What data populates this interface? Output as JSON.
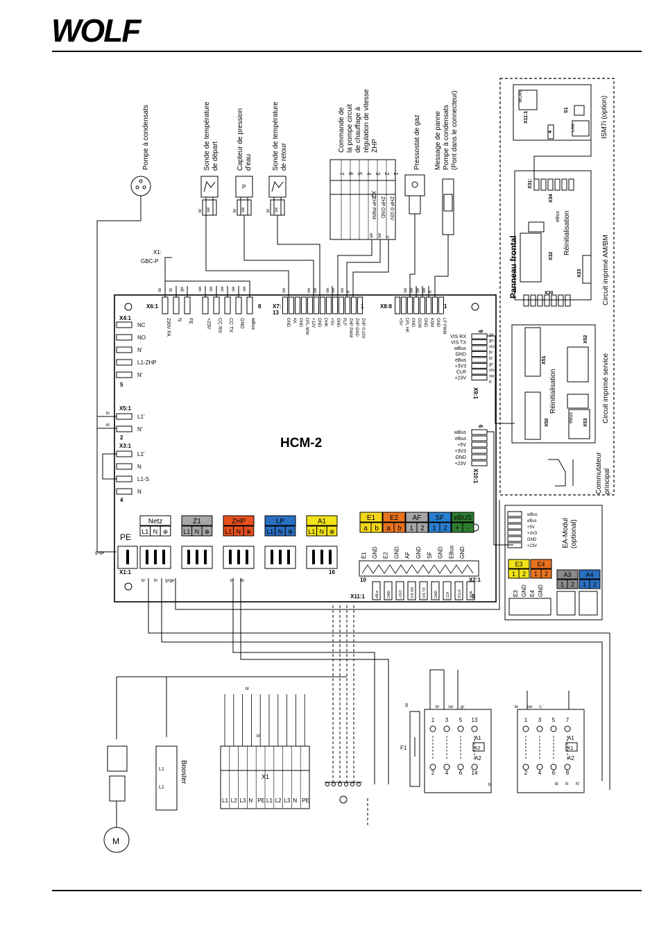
{
  "brand": {
    "logo_text": "WOLF"
  },
  "board": {
    "name": "HCM-2",
    "x6": {
      "id": "X6:1",
      "end": "8",
      "pins": [
        "230V FA",
        "N",
        "FE",
        "+23V",
        "CC RX",
        "CC TX",
        "GND",
        "wBus"
      ],
      "wires": [
        "br",
        "bl",
        "ge",
        "sw",
        "sw",
        "sw",
        "sw",
        "sw"
      ]
    },
    "x7": {
      "id": "X7:",
      "id2": "13",
      "end": "1",
      "pins": [
        "GND",
        "KK",
        "GND",
        "DFL-WW",
        "+12V",
        "GND",
        "DHK",
        "+5V",
        "GND",
        "RLF",
        "ZHP PWM",
        "ZHP GND",
        "ZHP 0-10V"
      ],
      "wires": [
        "sw",
        "sw",
        "sw",
        "sw",
        "sw",
        "sw",
        "rt"
      ]
    },
    "x8": {
      "id": "X8:8",
      "end": "1",
      "pins": [
        "+5V",
        "DFL HK",
        "GND",
        "GDW",
        "GND",
        "KSM",
        "GND",
        "LP PWM"
      ],
      "wires": [
        "sw",
        "sw",
        "sw",
        "sw",
        "rt"
      ]
    },
    "x4": {
      "id": "X4:1",
      "end": "5",
      "pins": [
        "NC",
        "NO",
        "N'",
        "L1-ZHP",
        "N'"
      ]
    },
    "x5": {
      "id": "X5:1",
      "end": "2",
      "pins": [
        "L1'",
        "N'"
      ],
      "wires": [
        "br",
        "bl"
      ]
    },
    "x3": {
      "id": "X3:1",
      "end": "4",
      "pins": [
        "L1'",
        "N",
        "L1-S",
        "N"
      ]
    },
    "x9": {
      "id": "X9:1",
      "end": "9",
      "pins": [
        "VIS RX",
        "VIS TX",
        "wBus",
        "GND",
        "eBus",
        "+3V3",
        "CLR",
        "+23V"
      ],
      "wires": [
        "ge",
        "gn",
        "vio",
        "br",
        "bl",
        "gr",
        "vio",
        "sw",
        "rt"
      ]
    },
    "x10": {
      "id": "X10:1",
      "end": "6",
      "pins": [
        "wBus",
        "eBus",
        "+5V",
        "+3V3",
        "GND",
        "+23V"
      ]
    },
    "x1": {
      "id": "X1:1",
      "end": "16",
      "pe_label": "PE",
      "wire_gnge": "gnge",
      "groups": [
        {
          "label": "Netz",
          "color": "#ffffff",
          "pins": [
            "L1",
            "N",
            "⊕"
          ]
        },
        {
          "label": "Z1",
          "color": "#a6a6a6",
          "pins": [
            "L1",
            "N",
            "⊕"
          ]
        },
        {
          "label": "ZHP",
          "color": "#e8501f",
          "pins": [
            "L1",
            "N",
            "⊕"
          ]
        },
        {
          "label": "LP",
          "color": "#2a6fc0",
          "pins": [
            "L1",
            "N",
            "⊕"
          ]
        },
        {
          "label": "A1",
          "color": "#f2e31a",
          "pins": [
            "L1",
            "N",
            "⊕"
          ]
        }
      ],
      "bottom_wires": [
        "br",
        "bl",
        "gnge",
        "br",
        "bl"
      ]
    },
    "x2": {
      "id": "X2:1",
      "start": "10",
      "groups": [
        {
          "label": "E1",
          "color": "#f2d61a",
          "pins": [
            "a",
            "b"
          ]
        },
        {
          "label": "E2",
          "color": "#e8731f",
          "pins": [
            "a",
            "b"
          ]
        },
        {
          "label": "AF",
          "color": "#a6a6a6",
          "pins": [
            "1",
            "2"
          ]
        },
        {
          "label": "SF",
          "color": "#2a7fd0",
          "pins": [
            "1",
            "2"
          ]
        },
        {
          "label": "eBUS",
          "color": "#2e7d32",
          "pins": [
            "+",
            "-"
          ]
        }
      ],
      "pins": [
        "E1",
        "GND",
        "E2",
        "GND",
        "AF",
        "GND",
        "SF",
        "GND",
        "EBus",
        "GND"
      ]
    },
    "x11": {
      "id": "X11:1",
      "end": "9",
      "pins": [
        "eBus",
        "GND",
        "+3V3",
        "VIS RX",
        "VIS TX",
        "GND",
        "CLK",
        "SCLK",
        "SDA"
      ]
    }
  },
  "labels": {
    "pompe_condensats": "Pompe à condensats",
    "sonde_depart": [
      "Sonde de température",
      "de départ"
    ],
    "capteur_pression": [
      "Capteur de pression",
      "d'eau"
    ],
    "sonde_retour": [
      "Sonde de température",
      "de retour"
    ],
    "commande_pompe": [
      "Commande de",
      "la pompe circuit",
      "de chauffage à",
      "régulation de vitesse",
      "ZHP"
    ],
    "pressostat": "Pressostat de gaz",
    "message_panne": [
      "Message de panne",
      "Pompe à condensats",
      "(Pont dans le connecteur)"
    ],
    "x1_gbc": [
      "X1:",
      "GBC-P"
    ],
    "x2_conn": {
      "id": "X2",
      "pins": [
        "7",
        "6",
        "5",
        "4",
        "3",
        "2",
        "1"
      ],
      "signals": [
        "ZHP PWM",
        "ZHP GND",
        "ZHP 0-10V"
      ],
      "wires": [
        "sw",
        "sw",
        "rt"
      ]
    },
    "sensor_wires": [
      "br",
      "sw"
    ]
  },
  "option_panel": {
    "ism7i": "ISM7i (option)",
    "wlan": "WLAN",
    "lan": "LAN",
    "s1": "S1",
    "x11_1": "X11:1",
    "four": "4",
    "circuit_am_bm": "Circuit imprimé AM/BM",
    "panneau_frontal": "Panneau frontal",
    "reinit": "Réinitialisation",
    "x31": "X31:",
    "x34": "X34",
    "ebus": "eBus",
    "x32": "X32",
    "x33": "X33",
    "x30": "X30",
    "circuit_service": "Circuit imprimé service",
    "x51": "X51",
    "x52": "X52",
    "x50": "X50",
    "x53": "X53",
    "commutateur": [
      "Commutateur",
      "principal"
    ]
  },
  "ea_modul": {
    "title": [
      "EA-Modul",
      "(optional)"
    ],
    "pins": [
      "wBus",
      "eBus",
      "+5V",
      "+3V3",
      "GND",
      "+23V"
    ],
    "groups": [
      {
        "label": "E3",
        "color": "#f2e31a",
        "pins": [
          "1",
          "2"
        ]
      },
      {
        "label": "E4",
        "color": "#e8731f",
        "pins": [
          "1",
          "2"
        ]
      },
      {
        "label": "A3",
        "color": "#8a8a8a",
        "pins": [
          "1",
          "2"
        ]
      },
      {
        "label": "A4",
        "color": "#2a6fc0",
        "pins": [
          "1",
          "2"
        ]
      }
    ],
    "terminals": [
      "E3",
      "GND",
      "E4",
      "GND"
    ]
  },
  "relays": {
    "k2": {
      "name": "K2",
      "top": [
        "1",
        "3",
        "5",
        "13"
      ],
      "bottom": [
        "2",
        "4",
        "6",
        "14"
      ],
      "a1": "A1",
      "a2": "A2",
      "wires": [
        "br",
        "sw",
        "gr"
      ],
      "bl": "bl"
    },
    "k1": {
      "name": "K1",
      "top": [
        "1",
        "3",
        "5",
        "7"
      ],
      "bottom": [
        "2",
        "4",
        "6",
        "8"
      ],
      "a1": "A1",
      "a2": "A2",
      "wires": [
        "br",
        "sw",
        "L'"
      ],
      "bottom_wires": [
        "bl",
        "N",
        "N'"
      ]
    },
    "fuse": "F1",
    "fuse_wire": "br"
  },
  "lower": {
    "booster": "Booster",
    "booster_pins": [
      "L1",
      "L1"
    ],
    "x1_label": "X1",
    "x1_pins": [
      "L1",
      "L2",
      "L3",
      "N",
      "PE",
      "L1",
      "L2",
      "L3",
      "N",
      "PE"
    ],
    "bl1": "bl",
    "bl2": "bl"
  },
  "colors": {
    "line": "#000000",
    "netz": "#ffffff",
    "z1": "#a6a6a6",
    "zhp": "#e8501f",
    "lp": "#2a6fc0",
    "a1": "#f2e31a"
  }
}
